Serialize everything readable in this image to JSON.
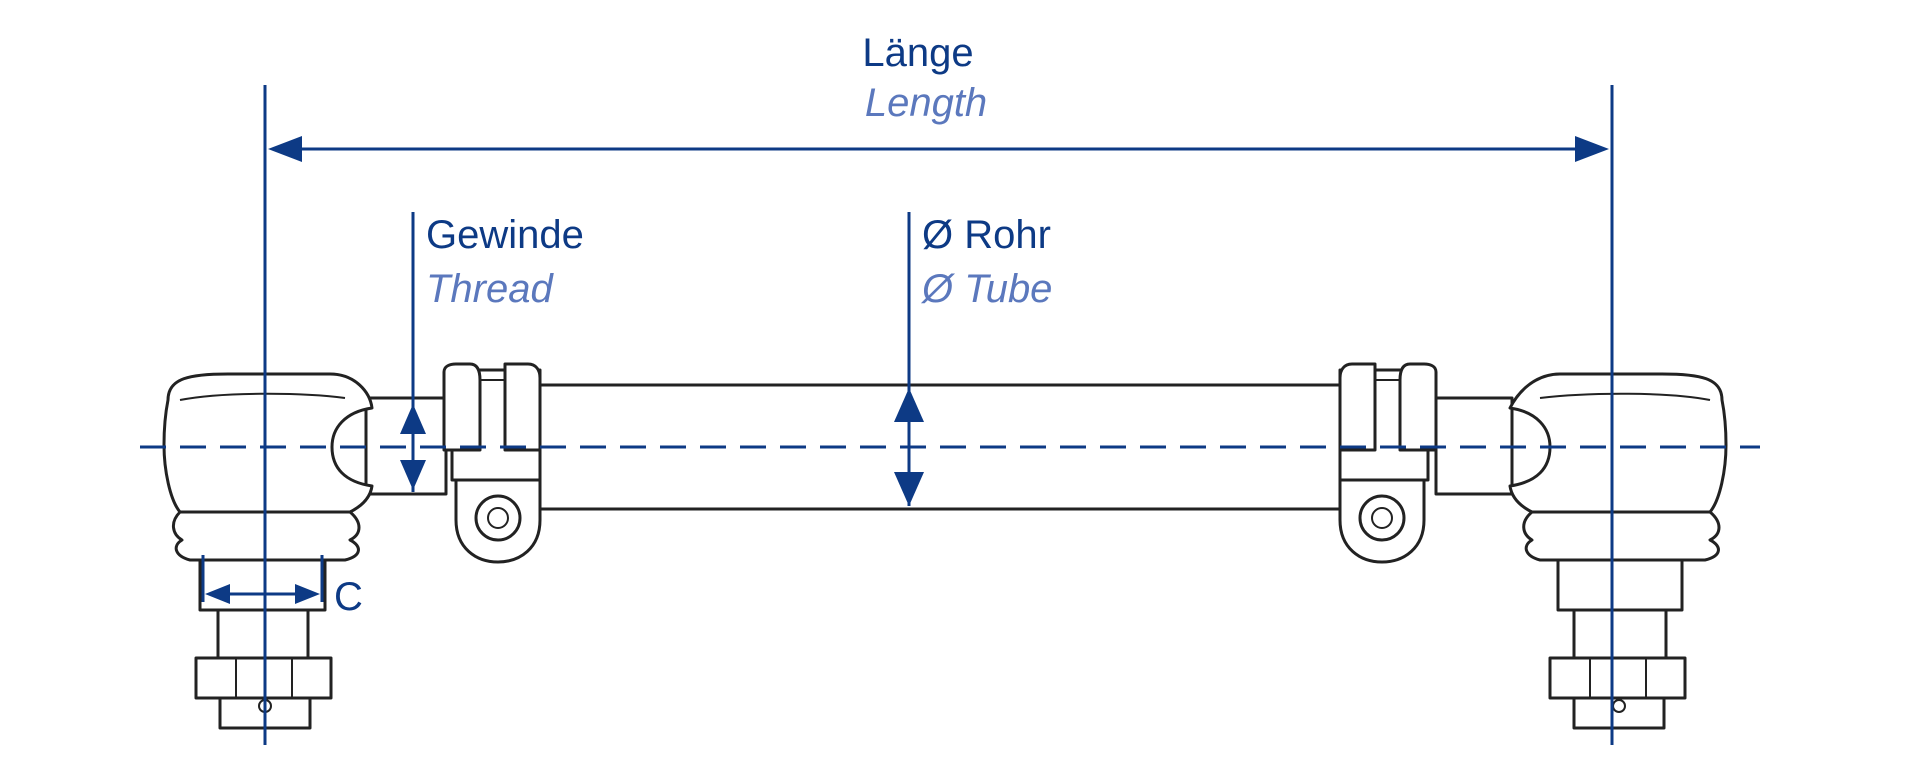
{
  "labels": {
    "length_de": "Länge",
    "length_en": "Length",
    "thread_de": "Gewinde",
    "thread_en": "Thread",
    "tube_de": "Ø Rohr",
    "tube_en": "Ø Tube",
    "c": "C"
  },
  "colors": {
    "dimension": "#0d3a85",
    "label_en": "#5b78bd",
    "outline": "#222222"
  }
}
